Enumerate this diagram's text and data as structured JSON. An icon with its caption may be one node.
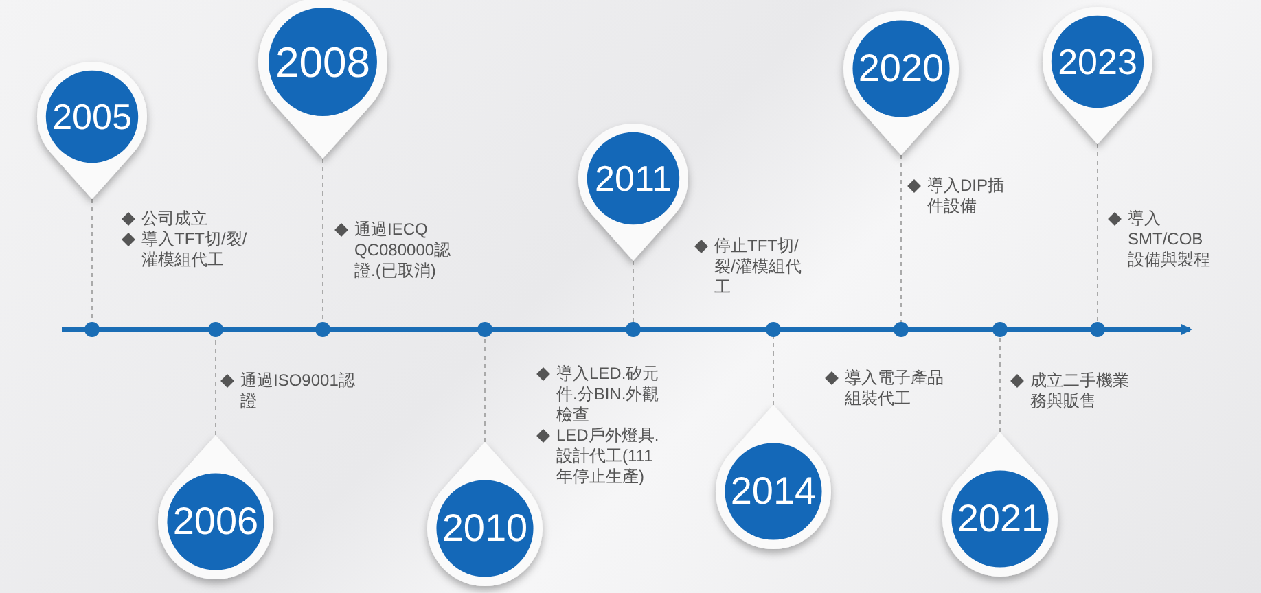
{
  "diagram": {
    "nodes": [
      {
        "text": [
          "2005"
        ],
        "beside": [
          "公司成立",
          "導入TFT切/裂/灌模組代工"
        ]
      },
      {
        "text": [
          "2006"
        ],
        "beside": [
          "通過ISO9001認證"
        ]
      },
      {
        "text": [
          "2008"
        ],
        "beside": [
          "通過IECQ QC080000認證.(已取消)"
        ]
      },
      {
        "text": [
          "2010"
        ],
        "beside": [
          "導入LED.矽元件.分BIN.外觀檢查",
          "LED戶外燈具.設計代工(111年停止生產)"
        ]
      },
      {
        "text": [
          "2011"
        ],
        "beside": [
          "停止TFT切/裂/灌模組代工"
        ]
      },
      {
        "text": [
          "2014"
        ],
        "beside": [
          "導入電子產品組裝代工"
        ]
      },
      {
        "text": [
          "2020"
        ],
        "beside": [
          "導入DIP插件設備"
        ]
      },
      {
        "text": [
          "2021"
        ],
        "beside": [
          "成立二手機業務與販售"
        ]
      },
      {
        "text": [
          "2023"
        ],
        "beside": [
          "導入SMT/COB設備與製程"
        ]
      }
    ],
    "edges": []
  }
}
